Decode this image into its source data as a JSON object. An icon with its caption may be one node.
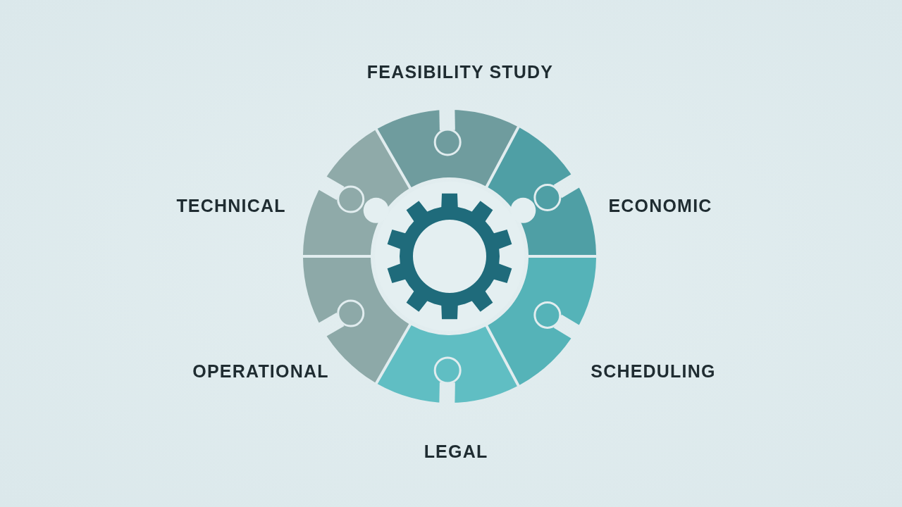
{
  "diagram": {
    "title": "FEASIBILITY STUDY",
    "labels": [
      "TECHNICAL",
      "ECONOMIC",
      "OPERATIONAL",
      "SCHEDULING",
      "LEGAL"
    ]
  }
}
